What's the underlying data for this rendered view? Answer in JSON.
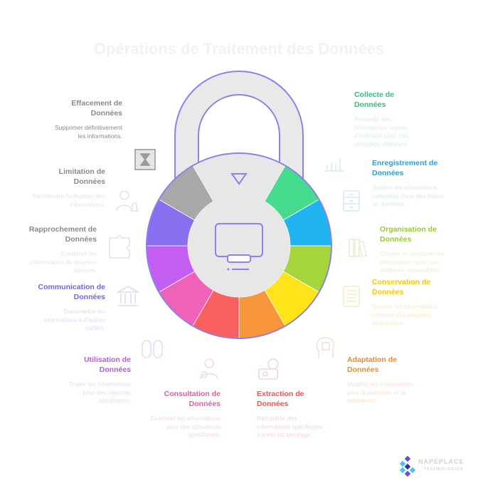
{
  "title": "Opérations de Traitement des Données",
  "colors": {
    "shackle": "#e9e9ea",
    "outline": "#8c82e8",
    "lock_center": "#e7e7e8",
    "icon_stroke": "#8c82e8"
  },
  "segments": [
    {
      "color": "#45dd8d"
    },
    {
      "color": "#1fb4f0"
    },
    {
      "color": "#a5d43d"
    },
    {
      "color": "#ffe41a"
    },
    {
      "color": "#f7953b"
    },
    {
      "color": "#fb6060"
    },
    {
      "color": "#ef62b6"
    },
    {
      "color": "#c45ef2"
    },
    {
      "color": "#8a6ef0"
    },
    {
      "color": "#a8a8a8"
    },
    {
      "color": "#a8a8a8"
    },
    {
      "color": "#8a6ef0"
    }
  ],
  "items": [
    {
      "title": "Collecte de Données",
      "desc": "Recueillir des informations auprès d'individus pour une utilisation ultérieure.",
      "color": "#2ec27a",
      "desc_color": "#d9eee2",
      "icon": "bar-chart-icon"
    },
    {
      "title": "Enregistrement de Données",
      "desc": "Stocker les informations collectées dans des bases de données.",
      "color": "#19a8e0",
      "desc_color": "#d6e8f3",
      "icon": "file-cabinet-icon"
    },
    {
      "title": "Organisation de Données",
      "desc": "Classer et structurer les informations pour une meilleure accessibilité.",
      "color": "#98c93a",
      "desc_color": "#e6eed4",
      "icon": "books-icon"
    },
    {
      "title": "Conservation de Données",
      "desc": "Stocker les informations pendant des périodes spécifiques.",
      "color": "#f2c90c",
      "desc_color": "#f3eccb",
      "icon": "document-icon"
    },
    {
      "title": "Adaptation de Données",
      "desc": "Modifier les informations pour la précision et la pertinence.",
      "color": "#f0892c",
      "desc_color": "#f5e1d0",
      "icon": "head-cube-icon"
    },
    {
      "title": "Extraction de Données",
      "desc": "Récupérer des informations spécifiques à partir du stockage.",
      "color": "#ef5454",
      "desc_color": "#f4d6d6",
      "icon": "dollar-box-icon"
    },
    {
      "title": "Consultation de Données",
      "desc": "Examiner les informations pour des utilisations spécifiques.",
      "color": "#e85aa8",
      "desc_color": "#f3d9e7",
      "icon": "consultant-icon"
    },
    {
      "title": "Utilisation de Données",
      "desc": "Traiter les informations pour des objectifs spécifiques.",
      "color": "#b857ea",
      "desc_color": "#ead9f3",
      "icon": "chain-link-icon"
    },
    {
      "title": "Communication de Données",
      "desc": "Transmettre les informations à d'autres parties.",
      "color": "#7b62e6",
      "desc_color": "#dfdaf3",
      "icon": "building-icon"
    },
    {
      "title": "Rapprochement de Données",
      "desc": "Combiner les informations de diverses sources.",
      "color": "#8a8a8a",
      "desc_color": "#e4e4e4",
      "icon": "puzzle-icon"
    },
    {
      "title": "Limitation de Données",
      "desc": "Restreindre l'utilisation des informations.",
      "color": "#8a8a8a",
      "desc_color": "#e4e4e4",
      "icon": "person-bell-icon"
    },
    {
      "title": "Effacement de Données",
      "desc": "Supprimer définitivement les informations.",
      "color": "#8a8a8a",
      "desc_color": "#8a8a8a",
      "icon": "hourglass-icon"
    }
  ],
  "brand": {
    "name": "NAPEPLACE",
    "sub": "TECHNOLOGIES"
  }
}
